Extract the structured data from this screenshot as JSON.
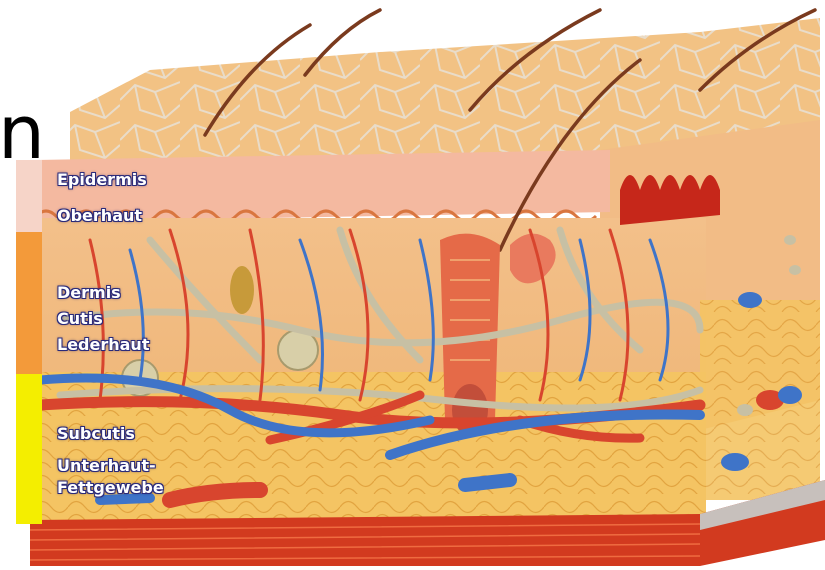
{
  "layers": [
    {
      "id": "epidermis",
      "lines": [
        "Epidermis",
        "Oberhaut"
      ],
      "band_color": "#f6d4c8"
    },
    {
      "id": "dermis",
      "lines": [
        "Dermis",
        "Cutis",
        "Lederhaut"
      ],
      "band_color": "#f39a3a"
    },
    {
      "id": "subcutis",
      "lines": [
        "Subcutis",
        "Unterhaut-",
        "Fettgewebe"
      ],
      "band_color": "#f4ee00"
    }
  ],
  "partial_heading": "n",
  "colors": {
    "artery": "#d8452e",
    "vein": "#3f74c8",
    "nerve": "#c9c2a2",
    "fat": "#f3c66a",
    "epidermis": "#f3b79a",
    "muscle": "#d23a1f"
  }
}
